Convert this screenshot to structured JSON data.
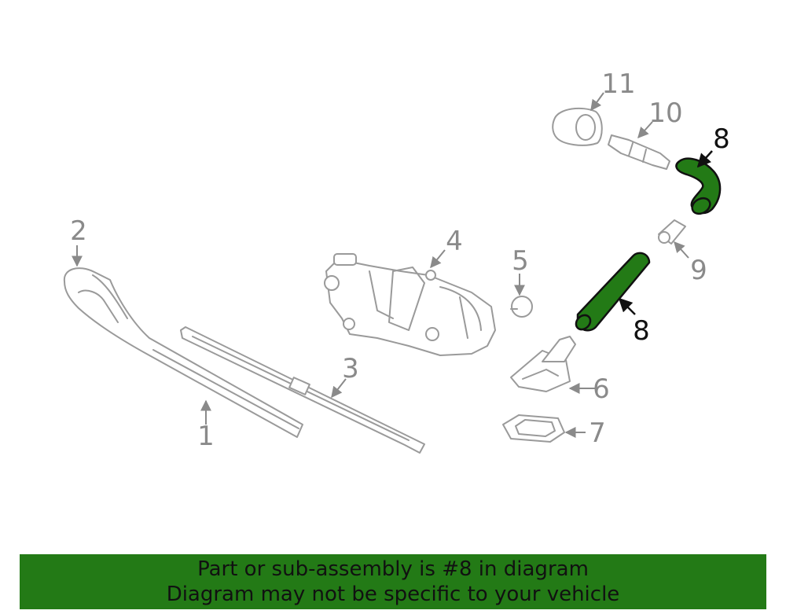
{
  "colors": {
    "highlight": "#237a16",
    "part_outline": "#9a9a9a",
    "callout_gray": "#8a8a8a",
    "callout_dark": "#111111"
  },
  "callouts": {
    "c1": "1",
    "c2": "2",
    "c3": "3",
    "c4": "4",
    "c5": "5",
    "c6": "6",
    "c7": "7",
    "c8_upper": "8",
    "c8_lower": "8",
    "c9": "9",
    "c10": "10",
    "c11": "11"
  },
  "banner": {
    "line1": "Part or sub-assembly is #8 in diagram",
    "line2": "Diagram may not be specific to your vehicle"
  }
}
